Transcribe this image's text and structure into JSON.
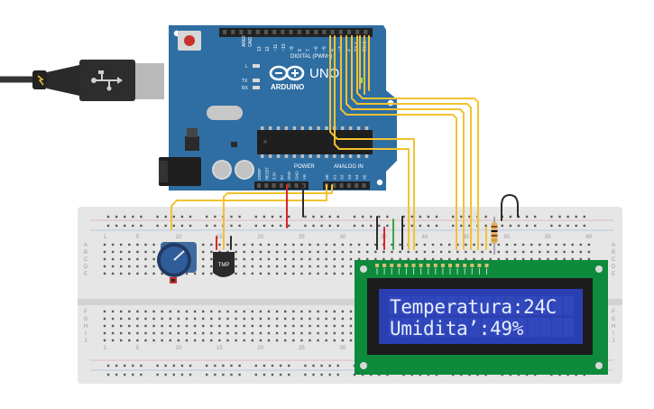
{
  "colors": {
    "arduino_board": "#2f6ea3",
    "breadboard": "#e6e6e6",
    "lcd_board": "#0e8a3c",
    "lcd_screen": "#2a3fb2",
    "wire_yellow": "#f2c230",
    "wire_red": "#d7262b",
    "wire_black": "#2b2b2b",
    "wire_green": "#3aa64a"
  },
  "arduino": {
    "brand": "ARDUINO",
    "model": "UNO",
    "digital_label": "DIGITAL (PWM~)",
    "power_label": "POWER",
    "analog_label": "ANALOG IN",
    "aref": "AREF",
    "gnd": "GND",
    "digital_pins": [
      "13",
      "12",
      "~11",
      "~10",
      "~9",
      "8",
      "7",
      "~6",
      "~5",
      "4",
      "~3",
      "2",
      "TX 1",
      "RX 0"
    ],
    "power_pins": [
      "IOREF",
      "RESET",
      "3.3V",
      "5V",
      "GND",
      "GND",
      "Vin"
    ],
    "analog_pins": [
      "A0",
      "A1",
      "A2",
      "A3",
      "A4",
      "A5"
    ],
    "led_l": "L",
    "led_tx": "TX",
    "led_rx": "RX",
    "tick": "~"
  },
  "breadboard": {
    "column_numbers": [
      "1",
      "5",
      "10",
      "15",
      "20",
      "25",
      "30",
      "35",
      "40",
      "45",
      "50",
      "55",
      "60"
    ],
    "row_letters_top": [
      "A",
      "B",
      "C",
      "D",
      "E"
    ],
    "row_letters_bottom": [
      "F",
      "G",
      "H",
      "I",
      "J"
    ]
  },
  "sensor": {
    "label": "TMP"
  },
  "lcd": {
    "line1": "Temperatura:24C",
    "line2": "Umidita’:49%"
  }
}
